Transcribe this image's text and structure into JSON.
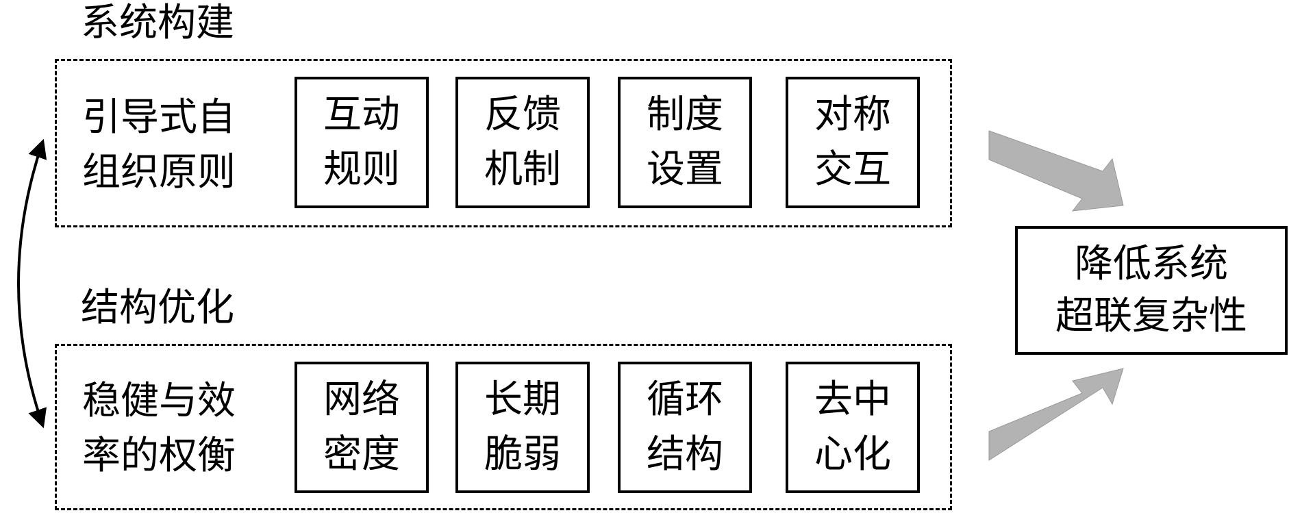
{
  "groups": [
    {
      "title": "系统构建",
      "principle": [
        "引导式自",
        "组织原则"
      ],
      "items": [
        [
          "互动",
          "规则"
        ],
        [
          "反馈",
          "机制"
        ],
        [
          "制度",
          "设置"
        ],
        [
          "对称",
          "交互"
        ]
      ]
    },
    {
      "title": "结构优化",
      "principle": [
        "稳健与效",
        "率的权衡"
      ],
      "items": [
        [
          "网络",
          "密度"
        ],
        [
          "长期",
          "脆弱"
        ],
        [
          "循环",
          "结构"
        ],
        [
          "去中",
          "心化"
        ]
      ]
    }
  ],
  "result": [
    "降低系统",
    "超联复杂性"
  ],
  "colors": {
    "arrow_fill": "#b3b3b3",
    "line": "#000000"
  }
}
